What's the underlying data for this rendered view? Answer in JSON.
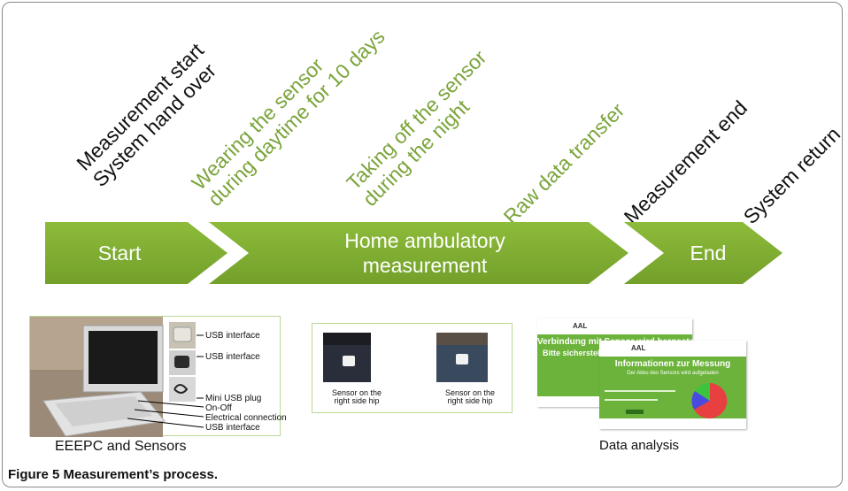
{
  "stages": {
    "measurement_start": {
      "line1": "Measurement start",
      "line2": "System hand over"
    },
    "wearing": {
      "line1": "Wearing the sensor",
      "line2": "during daytime for 10 days"
    },
    "taking_off": {
      "line1": "Taking off the sensor",
      "line2": "during the night"
    },
    "raw_data": {
      "line1": "Raw data transfer"
    },
    "measurement_end": {
      "line1": "Measurement end"
    },
    "system_return": {
      "line1": "System return"
    }
  },
  "arrows": {
    "start": "Start",
    "home_line1": "Home ambulatory",
    "home_line2": "measurement",
    "end": "End"
  },
  "panels": {
    "eeepc": {
      "caption": "EEEPC and Sensors",
      "labels": [
        "USB interface",
        "USB interface",
        "Mini USB plug",
        "On-Off",
        "Electrical connection",
        "USB interface"
      ]
    },
    "sensor": {
      "left_line1": "Sensor on the",
      "left_line2": "right side hip",
      "right_line1": "Sensor on the",
      "right_line2": "right side hip"
    },
    "data": {
      "caption": "Data analysis",
      "screen1_title_line1": "Verbindung mit Sensor wird hergestellt.",
      "screen1_title_line2": "Bitte sicherstellen, d",
      "screen2_title_line1": "Informationen zur Messung",
      "screen2_title_line2": "Der Akku des Sensors wird aufgeladen",
      "logo": "AAL"
    }
  },
  "figure_caption": {
    "bold": "Figure 5 Measurement’s process."
  },
  "colors": {
    "green": "#7aa43a",
    "arrow_green": "#7fad2f",
    "pie_red": "#e84040",
    "pie_blue": "#4a4ae0",
    "pie_green": "#3cc43c"
  }
}
